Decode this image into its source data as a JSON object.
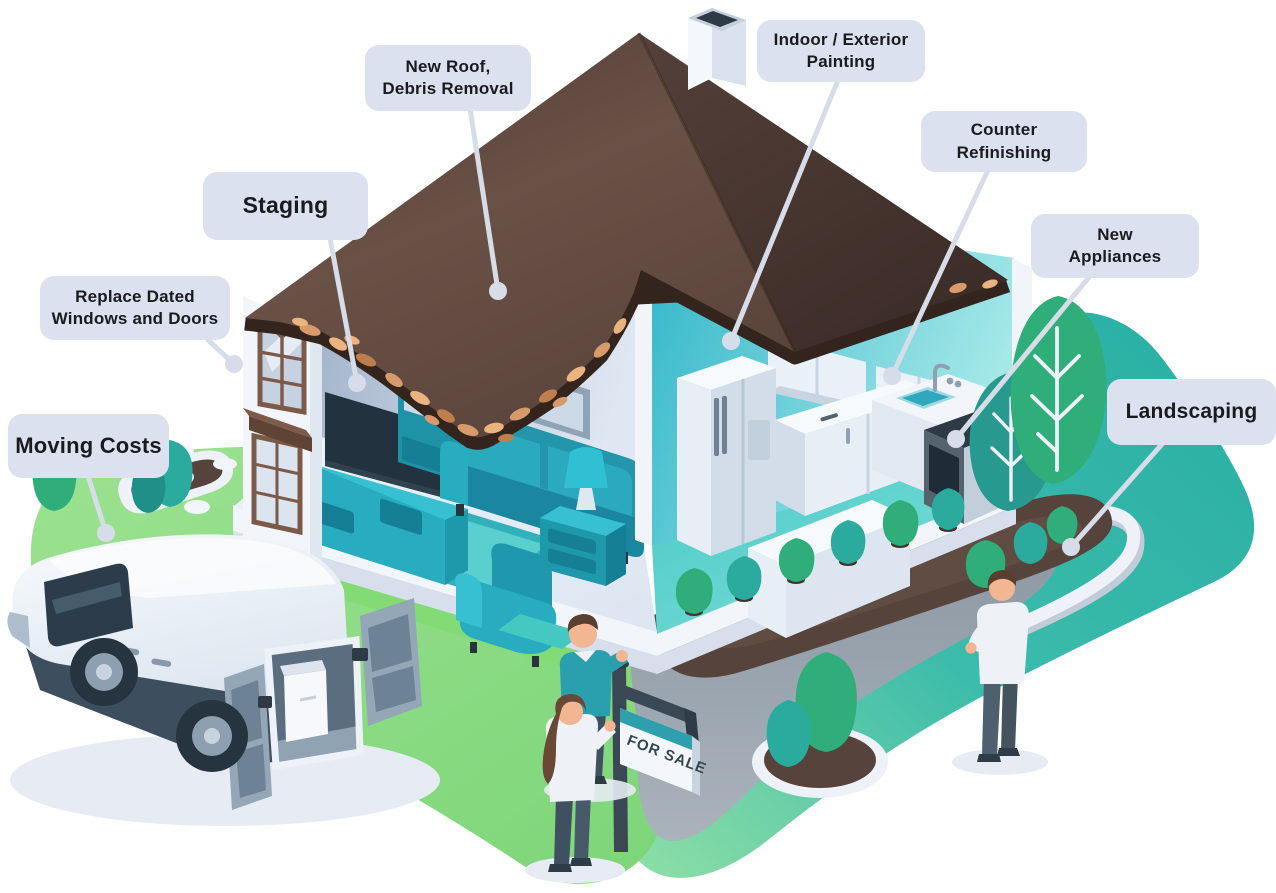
{
  "figure": {
    "description": "Isometric cutaway illustration of a house being prepared for sale, with moving van, FOR SALE sign, landscaping and labeled cost callouts"
  },
  "callouts": {
    "new_roof": {
      "text": "New Roof,\nDebris Removal"
    },
    "painting": {
      "text": "Indoor / Exterior\nPainting"
    },
    "counter": {
      "text": "Counter\nRefinishing"
    },
    "appliances": {
      "text": "New\nAppliances"
    },
    "staging": {
      "text": "Staging"
    },
    "windows": {
      "text": "Replace Dated\nWindows and Doors"
    },
    "moving": {
      "text": "Moving Costs"
    },
    "landscaping": {
      "text": "Landscaping"
    }
  },
  "sign": {
    "text": "FOR SALE"
  },
  "colors": {
    "callout_bg": "#dbe1ee",
    "callout_text": "#1a1b1e",
    "leader_line": "#d7dde8",
    "roof_dark": "#46332c",
    "roof_light": "#6a5348",
    "wall_cyan": "#3cbccd",
    "furniture_teal": "#2aa7bc",
    "lawn_teal": "#2db1a6",
    "grass_green": "#90dd85",
    "driveway_gray": "#949fa9",
    "soil_brown": "#56433c",
    "bush_green": "#2fae79",
    "bush_teal": "#2aab9e",
    "sign_band": "#2f9fae",
    "sign_text": "#35464f"
  }
}
